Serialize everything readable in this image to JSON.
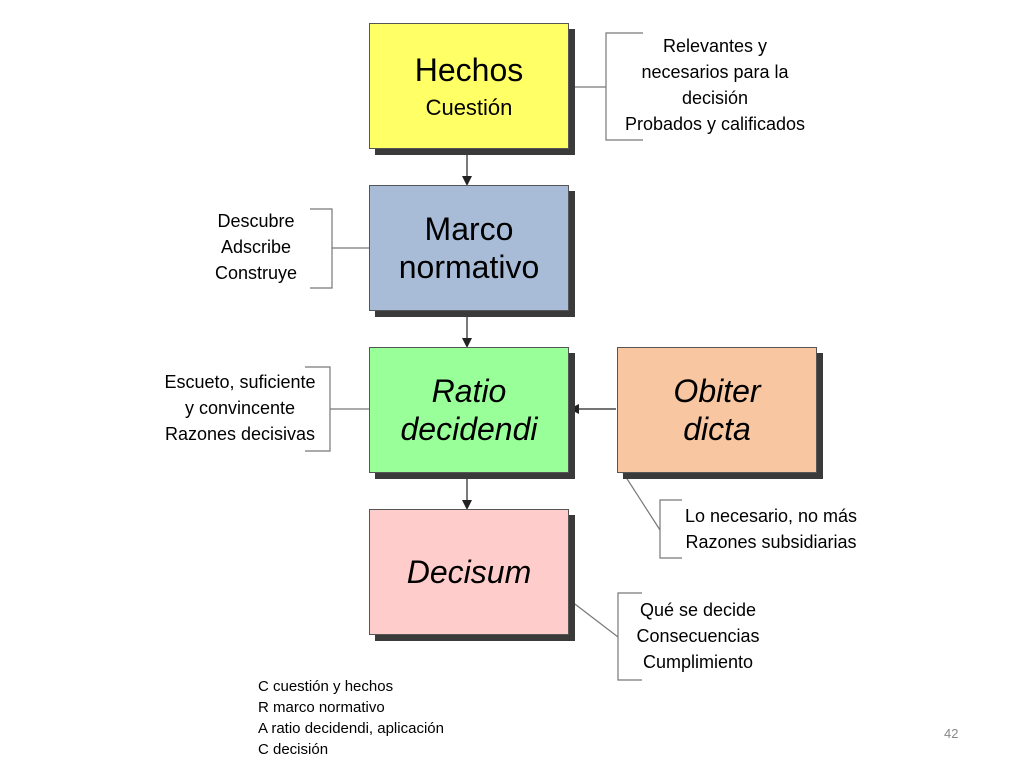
{
  "colors": {
    "hechos": "#ffff66",
    "marco": "#a8bcd8",
    "ratio": "#99ff99",
    "obiter": "#f8c6a0",
    "decisum": "#ffcccc"
  },
  "boxes": {
    "hechos": {
      "title": "Hechos",
      "subtitle": "Cuestión"
    },
    "marco": {
      "title": "Marco normativo"
    },
    "ratio": {
      "title": "Ratio decidendi"
    },
    "obiter": {
      "title": "Obiter dicta"
    },
    "decisum": {
      "title": "Decisum"
    }
  },
  "notes": {
    "hechos": [
      "Relevantes y",
      "necesarios para la",
      "decisión",
      "Probados y calificados"
    ],
    "marco": [
      "Descubre",
      "Adscribe",
      "Construye"
    ],
    "ratio": [
      "Escueto, suficiente",
      "y convincente",
      "Razones decisivas"
    ],
    "obiter": [
      "Lo necesario, no más",
      "Razones subsidiarias"
    ],
    "decisum": [
      "Qué se decide",
      "Consecuencias",
      "Cumplimiento"
    ]
  },
  "legend": [
    "C cuestión y hechos",
    "R marco normativo",
    "A ratio decidendi, aplicación",
    "C decisión"
  ],
  "page_number": "42"
}
